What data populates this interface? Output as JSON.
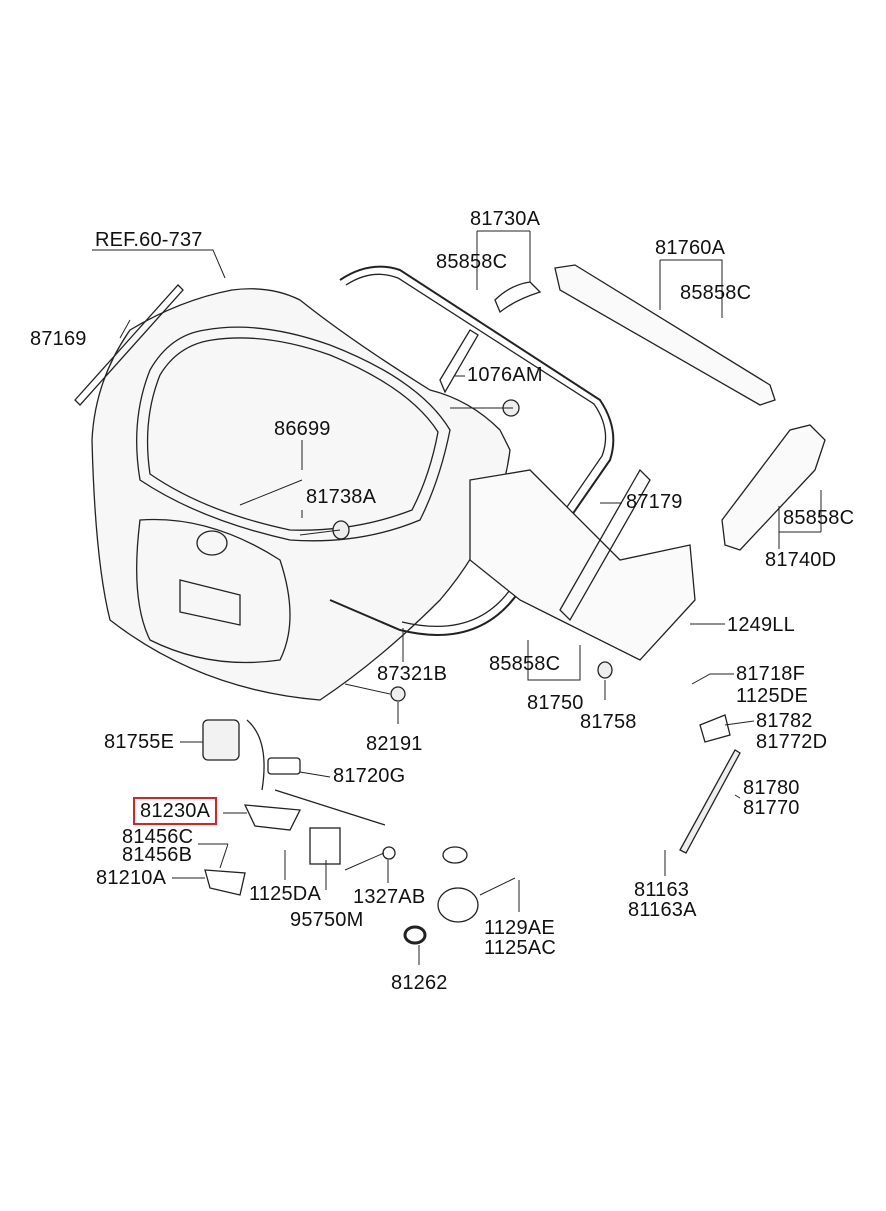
{
  "diagram": {
    "highlight_color": "#e02020",
    "highlighted_part": "81230A",
    "labels": {
      "ref": "REF.60-737",
      "p87169": "87169",
      "p81730A": "81730A",
      "p85858C_a": "85858C",
      "p81760A": "81760A",
      "p85858C_b": "85858C",
      "p1076AM": "1076AM",
      "p86699": "86699",
      "p81738A": "81738A",
      "p87179": "87179",
      "p85858C_c": "85858C",
      "p81740D": "81740D",
      "p1249LL": "1249LL",
      "p87321B": "87321B",
      "p85858C_d": "85858C",
      "p81750": "81750",
      "p81758": "81758",
      "p81718F": "81718F",
      "p1125DE": "1125DE",
      "p81782": "81782",
      "p81772D": "81772D",
      "p82191": "82191",
      "p81755E": "81755E",
      "p81720G": "81720G",
      "p81780": "81780",
      "p81770": "81770",
      "p81230A": "81230A",
      "p81456C": "81456C",
      "p81456B": "81456B",
      "p81210A": "81210A",
      "p1125DA": "1125DA",
      "p1327AB": "1327AB",
      "p95750M": "95750M",
      "p81163": "81163",
      "p81163A": "81163A",
      "p1129AE": "1129AE",
      "p1125AC": "1125AC",
      "p81262": "81262"
    }
  }
}
